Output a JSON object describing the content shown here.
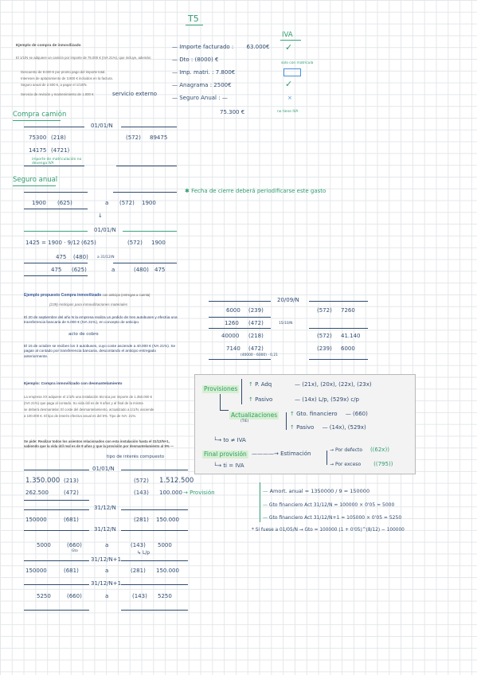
{
  "title": "T5",
  "iva_header": "IVA",
  "example1": {
    "heading": "Ejemplo de compra de inmovilizado",
    "paragraph": "El 1/1/N se adquiere un camión por importe de 75.000 € (IVA 21%), que incluye, además:",
    "bullets": [
      "Descuento de 8.000 € por pronto pago del importe total.",
      "Intereses de aplazamiento de 3.800 € incluidos en la factura.",
      "Seguro anual de 2.500 €, a pagar el 1/10/N.",
      "Servicio de revisión y mantenimiento de 1.000 €"
    ],
    "handwritten_note": "servicio externo"
  },
  "right_list": {
    "items": [
      {
        "label": "Importe facturado :",
        "value": "63.000€"
      },
      {
        "label": "Dto : (8000) €",
        "value": ""
      },
      {
        "label": "Imp. matri. :",
        "value": "7.800€"
      },
      {
        "label": "Anagrama :",
        "value": "2500€"
      },
      {
        "label": "Seguro Anual :",
        "value": "—"
      }
    ],
    "total": "75.300 €",
    "iva_note_top": "solo con matrícula",
    "iva_note_bottom": "no tiene IVA",
    "checks": [
      "✓",
      "",
      "",
      "✓",
      "×"
    ]
  },
  "compra_camion": {
    "heading": "Compra camión",
    "date": "01/01/N",
    "left_rows": [
      {
        "amount": "75300",
        "account": "(218)"
      },
      {
        "amount": "14175",
        "account": "(4721)"
      }
    ],
    "right_rows": [
      {
        "account": "(572)",
        "amount": "89475"
      }
    ],
    "note": "importe de matriculación no devenga IVA"
  },
  "seguro_anual": {
    "heading": "Seguro anual",
    "note": "Fecha de cierre deberá periodificarse este gasto",
    "row1": {
      "left": "1900",
      "acc": "(625)",
      "mid": "a",
      "acc2": "(572)",
      "right": "1900"
    },
    "date": "01/01/N",
    "row2": {
      "left": "1425 = 1900 · 9/12",
      "acc": "(625)",
      "acc2": "(572)",
      "right": "1900"
    },
    "row3": {
      "left": "475",
      "acc": "(480)",
      "note": "a 31/12/N"
    },
    "row4": {
      "left": "475",
      "acc": "(625)",
      "mid": "a",
      "acc2": "(480)",
      "right": "475"
    }
  },
  "example2": {
    "heading": "Ejemplo propuesto Compra inmovilizado",
    "heading_suffix": "con anticipo (entregas a cuenta)",
    "subheading": "(239) Anticipos para inmovilizaciones materiales",
    "paragraph1": "El 20 de septiembre del año N la empresa realiza un pedido de tres autobuses y efectúa una transferencia bancaria de 6.000 € (IVA 21%), en concepto de anticipo.",
    "handwritten": "acto de cobro",
    "paragraph2": "El 15 de octubre se reciben los 3 autobuses, cuyo coste asciende a 40.000 € (IVA 21%). Se pagan al contado por transferencia bancaria, descontando el anticipo entregado anteriormente."
  },
  "anticipo_entries": {
    "date": "20/09/N",
    "date2": "15/10/N",
    "rows": [
      {
        "amount": "6000",
        "acc": "(239)",
        "acc2": "(572)",
        "right": "7260"
      },
      {
        "amount": "1260",
        "acc": "(472)",
        "acc2": "",
        "right": ""
      },
      {
        "amount": "40000",
        "acc": "(218)",
        "acc2": "(572)",
        "right": "41.140"
      },
      {
        "amount": "7140",
        "acc": "(472)",
        "acc2": "(239)",
        "right": "6000"
      }
    ],
    "formula": "(40000 - 6000) · 0,21"
  },
  "provisiones_panel": {
    "provisiones": "Provisiones",
    "p_adq": "P. Adq",
    "p_adq_accounts": "(21x), (20x), (22x), (23x)",
    "pasivo": "Pasivo",
    "pasivo_accounts": "(14x) L/p, (529x) c/p",
    "actualizaciones": "Actualizaciones",
    "tie": "(TIE)",
    "gto_financiero": "Gto. financiero",
    "gto_fin_acc": "(660)",
    "pasivo2": "Pasivo",
    "pasivo2_acc": "(14x), (529x)",
    "to_iva": "to ≠ IVA",
    "final_provision": "Final provisión",
    "ti_iva": "ti = IVA",
    "estimacion": "Estimación",
    "por_defecto": "Por defecto",
    "por_defecto_acc": "(62x)",
    "por_exceso": "Por exceso",
    "por_exceso_acc": "(795)"
  },
  "example3": {
    "heading": "Ejemplo: Compra inmovilizado con desmantelamiento",
    "lines": [
      "La empresa XX adquiere el 1/1/N una instalación técnica por importe de 1.350.000 €",
      "(IVA 21%) que paga al contado. Su vida útil es de 9 años y al final de la misma",
      "se deberá desmantelar. El coste del desmantelamiento, actualizado a 1/1/N, asciende",
      "a 100.000 €. El tipo de interés efectivo anual es del 5%. Tipo de IVA: 21%."
    ],
    "bottom_text": "Se pide: Realizar todos los asientos relacionados con esta instalación hasta el 31/12/N+1, sabiendo que la vida útil real es de 9 años y que la provisión por desmantelamiento al 5% —",
    "handwritten": "tipo de interés compuesto"
  },
  "desmantel_entries": {
    "date1": "01/01/N",
    "row1": {
      "amount": "1.350.000",
      "acc": "(213)",
      "acc2": "(572)",
      "right": "1.512.500"
    },
    "row2": {
      "amount": "262.500",
      "acc": "(472)",
      "acc2": "(143)",
      "right": "100.000",
      "note": "Provisión"
    },
    "date2": "31/12/N",
    "row3": {
      "amount": "150000",
      "acc": "(681)",
      "acc2": "(281)",
      "right": "150.000"
    },
    "date3": "31/12/N",
    "row4": {
      "amount": "5000",
      "acc": "(660)",
      "sub": "Gto",
      "mid": "a",
      "acc2": "(143)",
      "right": "5000",
      "sub2": "L/p"
    },
    "date4": "31/12/N+1",
    "row5": {
      "amount": "150000",
      "acc": "(681)",
      "mid": "a",
      "acc2": "(281)",
      "right": "150.000"
    },
    "date5": "31/12/N+1",
    "row6": {
      "amount": "5250",
      "acc": "(660)",
      "mid": "a",
      "acc2": "(143)",
      "right": "5250"
    }
  },
  "calc_notes": [
    "Amort. anual = 1350000 / 9 = 150000",
    "Gto financiero Act 31/12/N = 100000 × 0'05 = 5000",
    "Gto financiero Act 31/12/N+1 = 105000 × 0'05 = 5250"
  ],
  "footnote": "* Si fuese a 01/05/N → Gto = 100000 (1 + 0'05)^(8/12) − 100000"
}
